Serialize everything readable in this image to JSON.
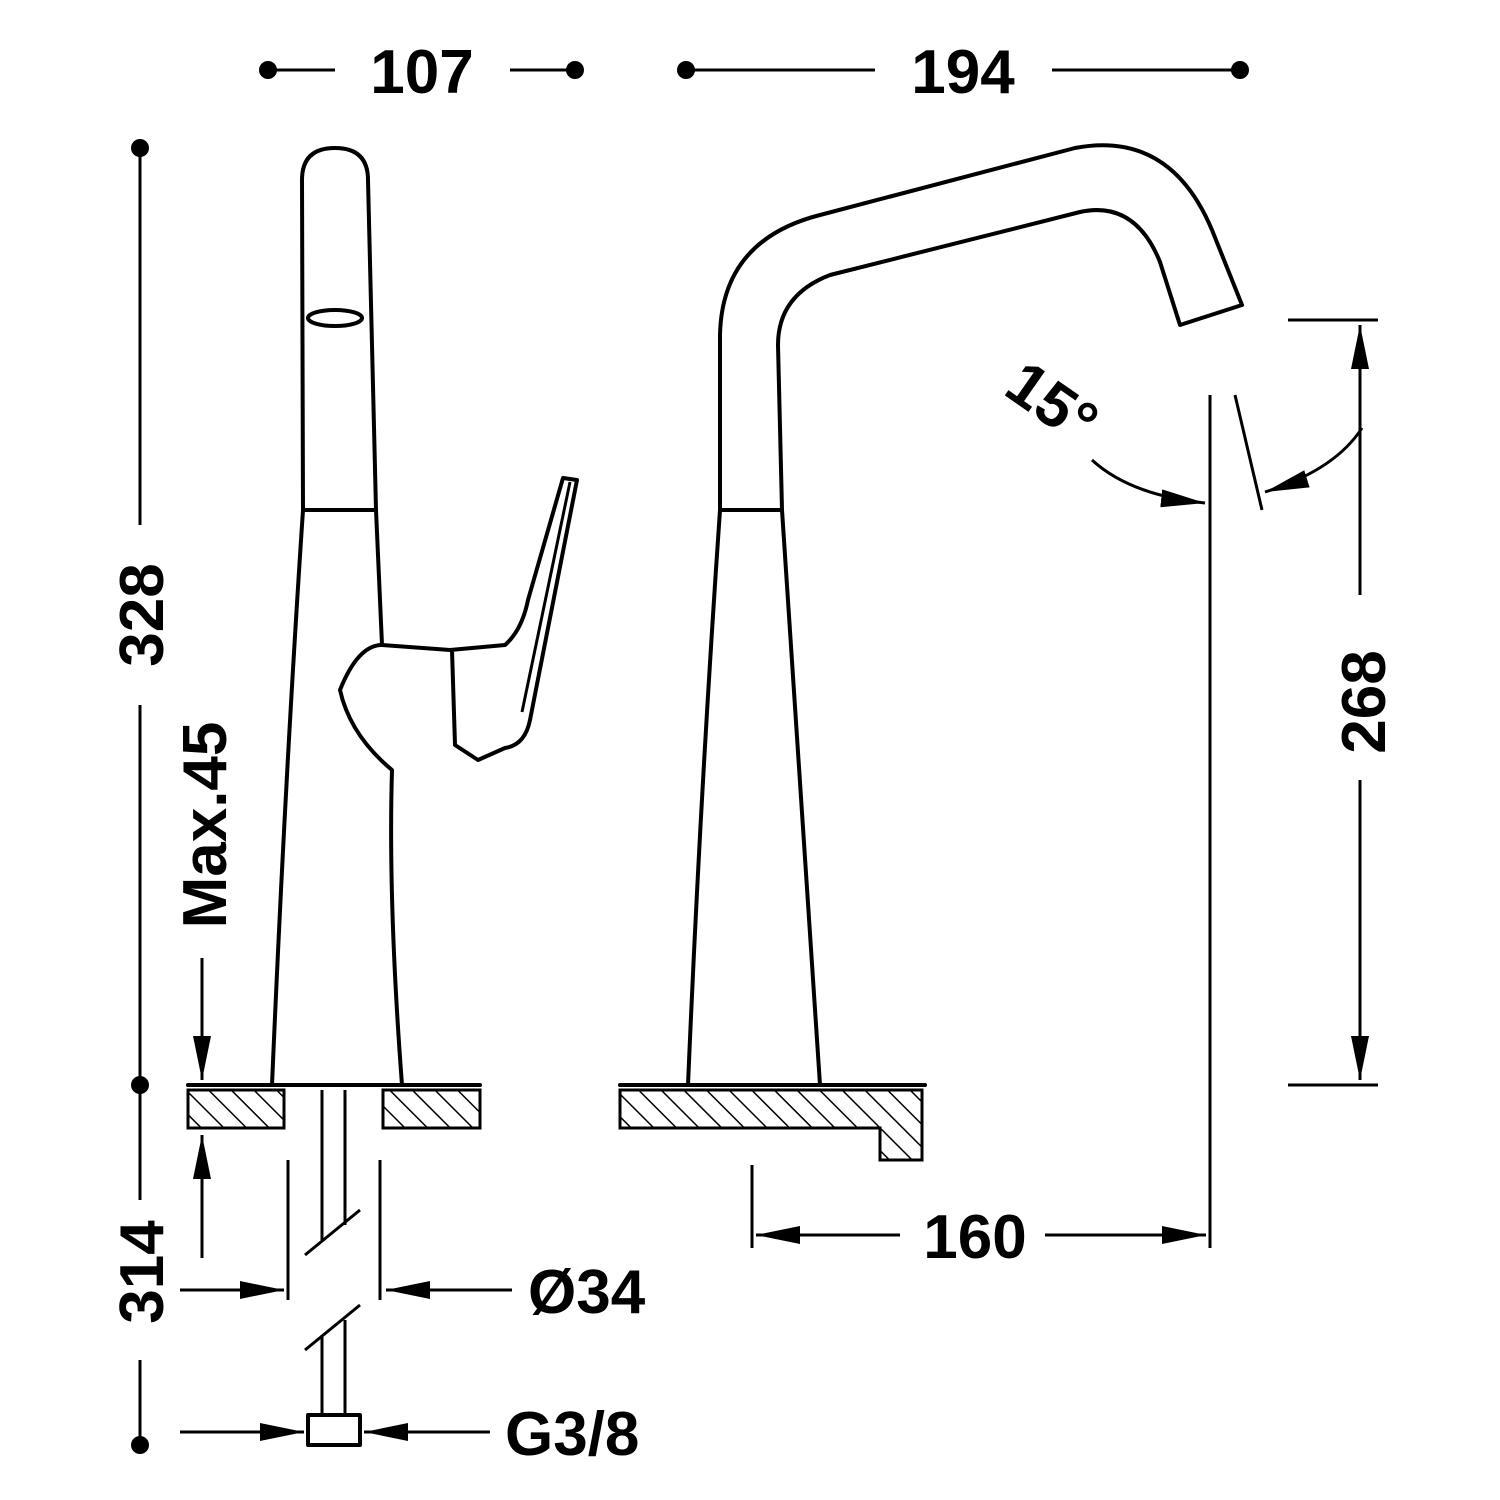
{
  "dimensions": {
    "width_side": "107",
    "width_front": "194",
    "total_height": "328",
    "max_thickness": "Max.45",
    "hose_length": "314",
    "hole_diameter": "Ø34",
    "connection": "G3/8",
    "spout_reach": "160",
    "spout_height": "268",
    "swivel_angle": "15°"
  },
  "colors": {
    "line": "#000000",
    "background": "#ffffff"
  }
}
